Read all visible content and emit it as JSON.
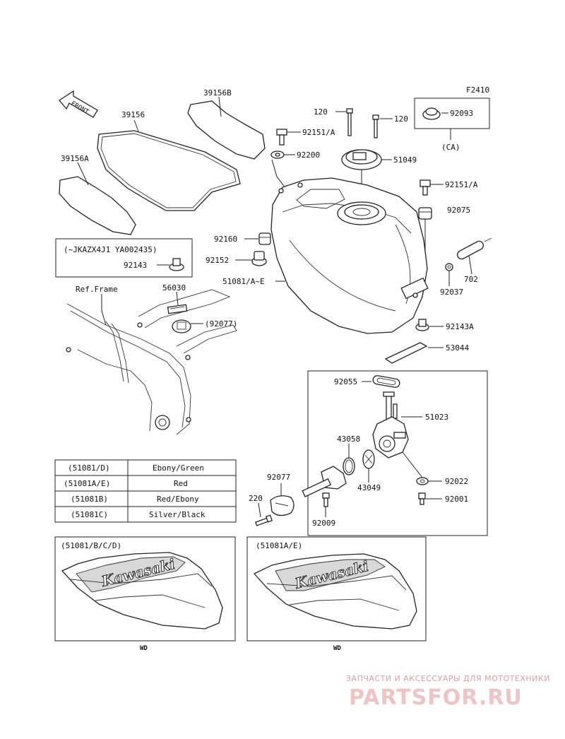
{
  "figure_code": "F2410",
  "front_label": "FRONT",
  "parts": {
    "p39156": "39156",
    "p39156b": "39156B",
    "p39156a": "39156A",
    "p120_left": "120",
    "p120_right": "120",
    "p92093": "92093",
    "ca": "(CA)",
    "p92151a_top": "92151/A",
    "p92200": "92200",
    "p51049": "51049",
    "p92151a_right": "92151/A",
    "p92075": "92075",
    "p92160": "92160",
    "p92152": "92152",
    "p51081": "51081/A~E",
    "p702": "702",
    "p92037": "92037",
    "p92143a": "92143A",
    "p53044": "53044",
    "p92143": "92143",
    "serial_note": "(~JKAZX4J1 YA002435)",
    "ref_frame": "Ref.Frame",
    "p56030": "56030",
    "p92077_paren": "(92077)",
    "p92055": "92055",
    "p51023": "51023",
    "p43058": "43058",
    "p43049": "43049",
    "p92077": "92077",
    "p220": "220",
    "p92009": "92009",
    "p92022": "92022",
    "p92001": "92001"
  },
  "color_table": {
    "rows": [
      {
        "code": "(51081/D)",
        "color": "Ebony/Green"
      },
      {
        "code": "(51081A/E)",
        "color": "Red"
      },
      {
        "code": "(51081B)",
        "color": "Red/Ebony"
      },
      {
        "code": "(51081C)",
        "color": "Silver/Black"
      }
    ]
  },
  "variants": {
    "left_title": "(51081/B/C/D)",
    "right_title": "(51081A/E)",
    "left_caption": "WD",
    "right_caption": "WD",
    "logo": "Kawasaki"
  },
  "watermark": {
    "line1": "ЗАПЧАСТИ И АКСЕССУАРЫ ДЛЯ МОТОТЕХНИКИ",
    "line2": "PARTSFOR.RU"
  }
}
